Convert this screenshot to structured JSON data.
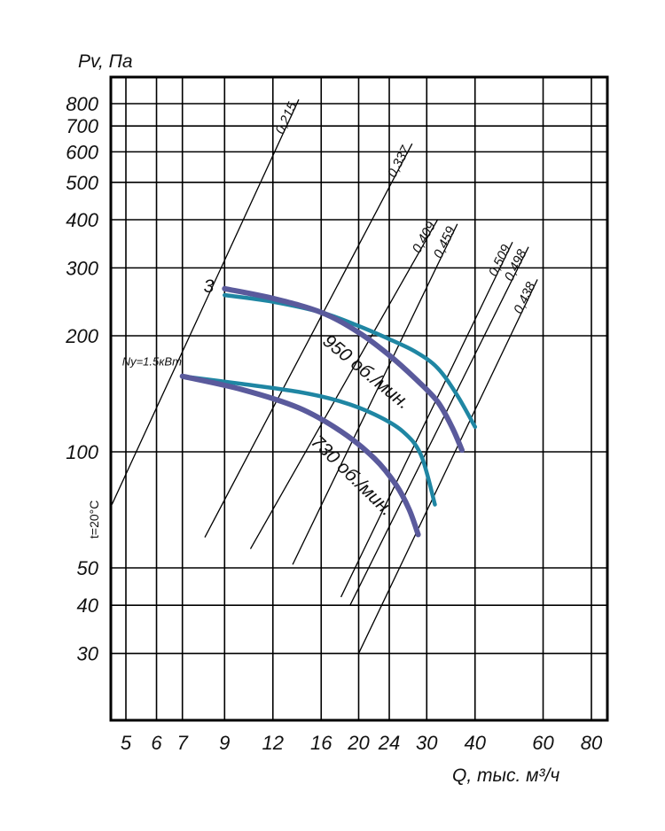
{
  "chart_data": {
    "type": "line",
    "xlabel": "Q, тыс. м³/ч",
    "ylabel": "Pv, Па",
    "x_scale": "log",
    "y_scale": "log",
    "xlim": [
      4.5,
      85
    ],
    "ylim": [
      20,
      900
    ],
    "x_ticks": [
      5,
      6,
      7,
      9,
      12,
      16,
      20,
      24,
      30,
      40,
      60,
      80
    ],
    "y_ticks": [
      30,
      40,
      50,
      100,
      200,
      300,
      400,
      500,
      600,
      700,
      800
    ],
    "grid": true,
    "series": [
      {
        "label": "950 об./мин.",
        "kind": "total",
        "color": "#5a5a9c",
        "x": [
          9.0,
          12.0,
          16.0,
          20.0,
          24.0,
          28.0,
          32.0,
          35.0,
          37.0
        ],
        "y": [
          265,
          250,
          230,
          204,
          178,
          155,
          135,
          115,
          101
        ]
      },
      {
        "label": "",
        "kind": "static",
        "color": "#1f86a3",
        "x": [
          9.0,
          12.0,
          16.0,
          20.0,
          24.0,
          28.0,
          32.0,
          36.0,
          40.0
        ],
        "y": [
          255,
          245,
          230,
          212,
          196,
          182,
          165,
          140,
          116
        ]
      },
      {
        "label": "730 об./мин.",
        "kind": "total",
        "color": "#5a5a9c",
        "x": [
          7.0,
          10.0,
          14.0,
          18.0,
          22.0,
          25.0,
          27.0,
          28.5
        ],
        "y": [
          157,
          145,
          130,
          113,
          96,
          82,
          71,
          61
        ]
      },
      {
        "label": "",
        "kind": "static",
        "color": "#1f86a3",
        "x": [
          7.0,
          10.0,
          14.0,
          18.0,
          22.0,
          26.0,
          29.0,
          31.5
        ],
        "y": [
          157,
          150,
          143,
          135,
          125,
          113,
          98,
          73
        ]
      }
    ],
    "efficiency_lines": [
      {
        "label": "0,215",
        "from": [
          4.6,
          73
        ],
        "to": [
          14.0,
          820
        ]
      },
      {
        "label": "0,337",
        "from": [
          8.0,
          60
        ],
        "to": [
          27.5,
          630
        ]
      },
      {
        "label": "0,409",
        "from": [
          10.5,
          56
        ],
        "to": [
          32.0,
          400
        ]
      },
      {
        "label": "0,459",
        "from": [
          13.5,
          51
        ],
        "to": [
          36.0,
          390
        ]
      },
      {
        "label": "0,509",
        "from": [
          18.0,
          42
        ],
        "to": [
          50.0,
          350
        ]
      },
      {
        "label": "0,498",
        "from": [
          19.0,
          40
        ],
        "to": [
          55.0,
          340
        ]
      },
      {
        "label": "0,438",
        "from": [
          20.0,
          30
        ],
        "to": [
          58.0,
          280
        ]
      }
    ],
    "annotations": {
      "curve_number": "3",
      "power": "Ny=1.5кВт",
      "temperature": "t=20°C"
    }
  }
}
